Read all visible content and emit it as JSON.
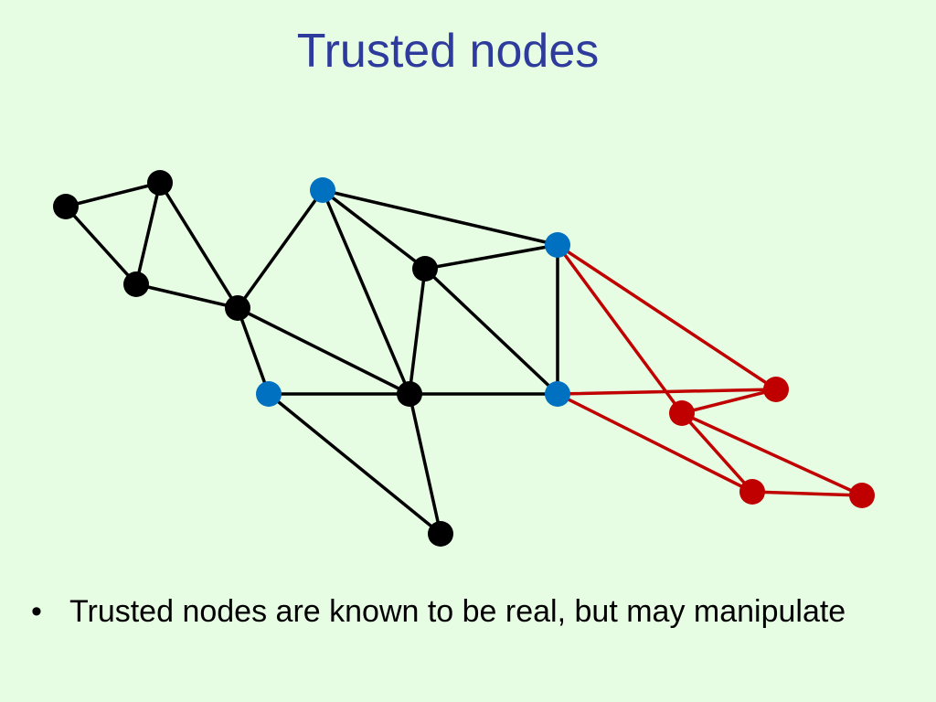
{
  "slide": {
    "title": "Trusted nodes",
    "bullets": [
      {
        "mark": "•",
        "text": "Trusted nodes are known to be real, but may manipulate"
      }
    ]
  },
  "colors": {
    "background": "#e6fde3",
    "title": "#2e3b9c",
    "node_honest": "#000000",
    "node_trusted": "#0070c0",
    "node_sybil": "#c00000",
    "edge_honest": "#000000",
    "edge_attack": "#c00000"
  },
  "graph": {
    "nodes": [
      {
        "id": "n1",
        "group": "honest"
      },
      {
        "id": "n2",
        "group": "honest"
      },
      {
        "id": "n3",
        "group": "honest"
      },
      {
        "id": "n4",
        "group": "honest"
      },
      {
        "id": "n5",
        "group": "trusted"
      },
      {
        "id": "n6",
        "group": "trusted"
      },
      {
        "id": "n7",
        "group": "honest"
      },
      {
        "id": "n8",
        "group": "honest"
      },
      {
        "id": "n9",
        "group": "trusted"
      },
      {
        "id": "n10",
        "group": "trusted"
      },
      {
        "id": "n11",
        "group": "honest"
      },
      {
        "id": "s1",
        "group": "sybil"
      },
      {
        "id": "s2",
        "group": "sybil"
      },
      {
        "id": "s3",
        "group": "sybil"
      },
      {
        "id": "s4",
        "group": "sybil"
      }
    ],
    "edges": [
      {
        "from": "n1",
        "to": "n2",
        "kind": "honest"
      },
      {
        "from": "n1",
        "to": "n3",
        "kind": "honest"
      },
      {
        "from": "n2",
        "to": "n3",
        "kind": "honest"
      },
      {
        "from": "n2",
        "to": "n4",
        "kind": "honest"
      },
      {
        "from": "n3",
        "to": "n4",
        "kind": "honest"
      },
      {
        "from": "n4",
        "to": "n5",
        "kind": "honest"
      },
      {
        "from": "n4",
        "to": "n6",
        "kind": "honest"
      },
      {
        "from": "n4",
        "to": "n8",
        "kind": "honest"
      },
      {
        "from": "n5",
        "to": "n7",
        "kind": "honest"
      },
      {
        "from": "n5",
        "to": "n8",
        "kind": "honest"
      },
      {
        "from": "n5",
        "to": "n9",
        "kind": "honest"
      },
      {
        "from": "n7",
        "to": "n9",
        "kind": "honest"
      },
      {
        "from": "n7",
        "to": "n8",
        "kind": "honest"
      },
      {
        "from": "n7",
        "to": "n10",
        "kind": "honest"
      },
      {
        "from": "n9",
        "to": "n10",
        "kind": "honest"
      },
      {
        "from": "n6",
        "to": "n8",
        "kind": "honest"
      },
      {
        "from": "n8",
        "to": "n10",
        "kind": "honest"
      },
      {
        "from": "n6",
        "to": "n11",
        "kind": "honest"
      },
      {
        "from": "n8",
        "to": "n11",
        "kind": "honest"
      },
      {
        "from": "n9",
        "to": "s1",
        "kind": "attack"
      },
      {
        "from": "n9",
        "to": "s2",
        "kind": "attack"
      },
      {
        "from": "n10",
        "to": "s1",
        "kind": "attack"
      },
      {
        "from": "n10",
        "to": "s3",
        "kind": "attack"
      },
      {
        "from": "s1",
        "to": "s2",
        "kind": "attack"
      },
      {
        "from": "s2",
        "to": "s3",
        "kind": "attack"
      },
      {
        "from": "s2",
        "to": "s4",
        "kind": "attack"
      },
      {
        "from": "s3",
        "to": "s4",
        "kind": "attack"
      }
    ]
  }
}
